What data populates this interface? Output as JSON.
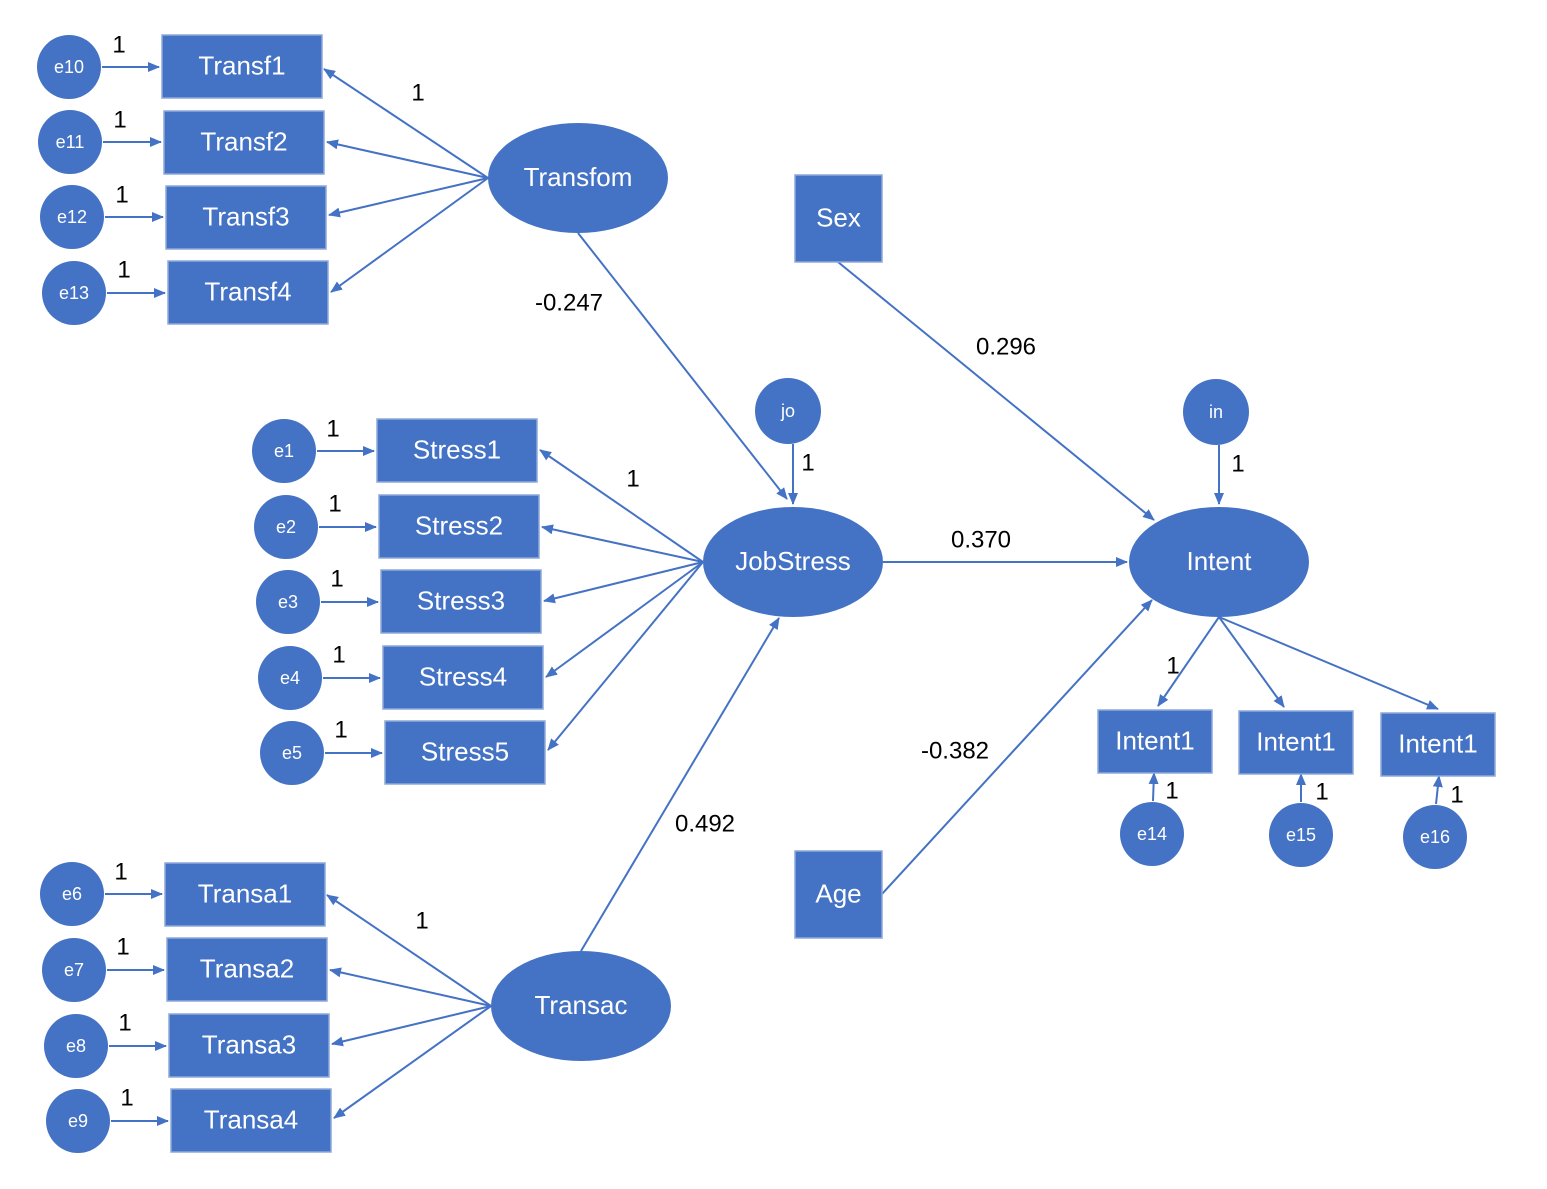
{
  "colors": {
    "fill": "#4472C4",
    "border": "#8EA9DB",
    "line": "#4472C4",
    "text": "#FFFFFF",
    "label": "#000000"
  },
  "nodes": {
    "e10": "e10",
    "e11": "e11",
    "e12": "e12",
    "e13": "e13",
    "Transf1": "Transf1",
    "Transf2": "Transf2",
    "Transf3": "Transf3",
    "Transf4": "Transf4",
    "Transfom": "Transfom",
    "e1": "e1",
    "e2": "e2",
    "e3": "e3",
    "e4": "e4",
    "e5": "e5",
    "Stress1": "Stress1",
    "Stress2": "Stress2",
    "Stress3": "Stress3",
    "Stress4": "Stress4",
    "Stress5": "Stress5",
    "jo": "jo",
    "JobStress": "JobStress",
    "e6": "e6",
    "e7": "e7",
    "e8": "e8",
    "e9": "e9",
    "Transa1": "Transa1",
    "Transa2": "Transa2",
    "Transa3": "Transa3",
    "Transa4": "Transa4",
    "Transac": "Transac",
    "Sex": "Sex",
    "Age": "Age",
    "in": "in",
    "Intent": "Intent",
    "IntentA": "Intent1",
    "IntentB": "Intent1",
    "IntentC": "Intent1",
    "e14": "e14",
    "e15": "e15",
    "e16": "e16"
  },
  "edges": [
    {
      "from": "e10",
      "to": "Transf1",
      "label": "1"
    },
    {
      "from": "e11",
      "to": "Transf2",
      "label": "1"
    },
    {
      "from": "e12",
      "to": "Transf3",
      "label": "1"
    },
    {
      "from": "e13",
      "to": "Transf4",
      "label": "1"
    },
    {
      "from": "Transfom",
      "to": "Transf1",
      "label": "1"
    },
    {
      "from": "Transfom",
      "to": "Transf2",
      "label": ""
    },
    {
      "from": "Transfom",
      "to": "Transf3",
      "label": ""
    },
    {
      "from": "Transfom",
      "to": "Transf4",
      "label": ""
    },
    {
      "from": "e1",
      "to": "Stress1",
      "label": "1"
    },
    {
      "from": "e2",
      "to": "Stress2",
      "label": "1"
    },
    {
      "from": "e3",
      "to": "Stress3",
      "label": "1"
    },
    {
      "from": "e4",
      "to": "Stress4",
      "label": "1"
    },
    {
      "from": "e5",
      "to": "Stress5",
      "label": "1"
    },
    {
      "from": "JobStress",
      "to": "Stress1",
      "label": "1"
    },
    {
      "from": "JobStress",
      "to": "Stress2",
      "label": ""
    },
    {
      "from": "JobStress",
      "to": "Stress3",
      "label": ""
    },
    {
      "from": "JobStress",
      "to": "Stress4",
      "label": ""
    },
    {
      "from": "JobStress",
      "to": "Stress5",
      "label": ""
    },
    {
      "from": "e6",
      "to": "Transa1",
      "label": "1"
    },
    {
      "from": "e7",
      "to": "Transa2",
      "label": "1"
    },
    {
      "from": "e8",
      "to": "Transa3",
      "label": "1"
    },
    {
      "from": "e9",
      "to": "Transa4",
      "label": "1"
    },
    {
      "from": "Transac",
      "to": "Transa1",
      "label": "1"
    },
    {
      "from": "Transac",
      "to": "Transa2",
      "label": ""
    },
    {
      "from": "Transac",
      "to": "Transa3",
      "label": ""
    },
    {
      "from": "Transac",
      "to": "Transa4",
      "label": ""
    },
    {
      "from": "Transfom",
      "to": "JobStress",
      "label": "-0.247"
    },
    {
      "from": "jo",
      "to": "JobStress",
      "label": "1"
    },
    {
      "from": "Transac",
      "to": "JobStress",
      "label": "0.492"
    },
    {
      "from": "JobStress",
      "to": "Intent",
      "label": "0.370"
    },
    {
      "from": "Sex",
      "to": "Intent",
      "label": "0.296"
    },
    {
      "from": "Age",
      "to": "Intent",
      "label": "-0.382"
    },
    {
      "from": "in",
      "to": "Intent",
      "label": "1"
    },
    {
      "from": "Intent",
      "to": "IntentA",
      "label": "1"
    },
    {
      "from": "Intent",
      "to": "IntentB",
      "label": ""
    },
    {
      "from": "Intent",
      "to": "IntentC",
      "label": ""
    },
    {
      "from": "e14",
      "to": "IntentA",
      "label": "1"
    },
    {
      "from": "e15",
      "to": "IntentB",
      "label": "1"
    },
    {
      "from": "e16",
      "to": "IntentC",
      "label": "1"
    }
  ]
}
